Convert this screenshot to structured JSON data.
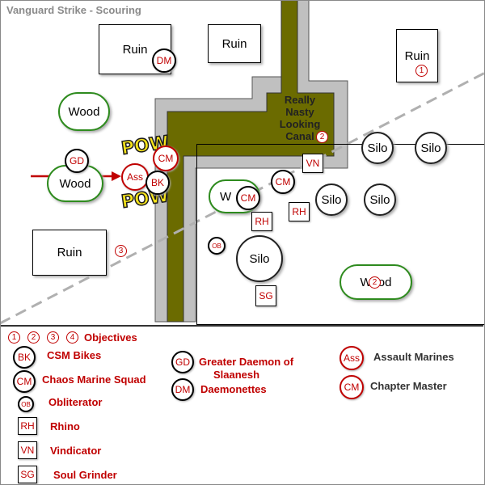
{
  "title": "Vanguard Strike - Scouring",
  "terrain": {
    "ruin_label": "Ruin",
    "wood_label": "Wood",
    "wood_partial_label": "W",
    "wood_partial_tail": "d",
    "silo_label": "Silo",
    "canal_lines": [
      "Really",
      "Nasty",
      "Looking",
      "Canal"
    ]
  },
  "units": {
    "dm": "DM",
    "cm": "CM",
    "gd": "GD",
    "ass": "Ass",
    "bk": "BK",
    "vn": "VN",
    "rh": "RH",
    "ob": "OB",
    "sg": "SG"
  },
  "objectives": {
    "one": "1",
    "two": "2",
    "three": "3",
    "four": "4"
  },
  "pow_text": "POW",
  "legend": {
    "objectives": "Objectives",
    "bk": "CSM Bikes",
    "cm": "Chaos Marine Squad",
    "ob": "Obliterator",
    "rh": "Rhino",
    "vn": "Vindicator",
    "sg": "Soul Grinder",
    "gd_line1": "Greater Daemon of",
    "gd_line2": "Slaanesh",
    "dm": "Daemonettes",
    "ass": "Assault Marines",
    "cm2": "Chapter Master"
  },
  "colors": {
    "canal": "#6b6b00",
    "canal_border": "#c0c0c0",
    "wood_border": "#2e8b1e",
    "unit_text": "#c00000",
    "deployment_line": "#b0b0b0",
    "arrow": "#c00000"
  }
}
